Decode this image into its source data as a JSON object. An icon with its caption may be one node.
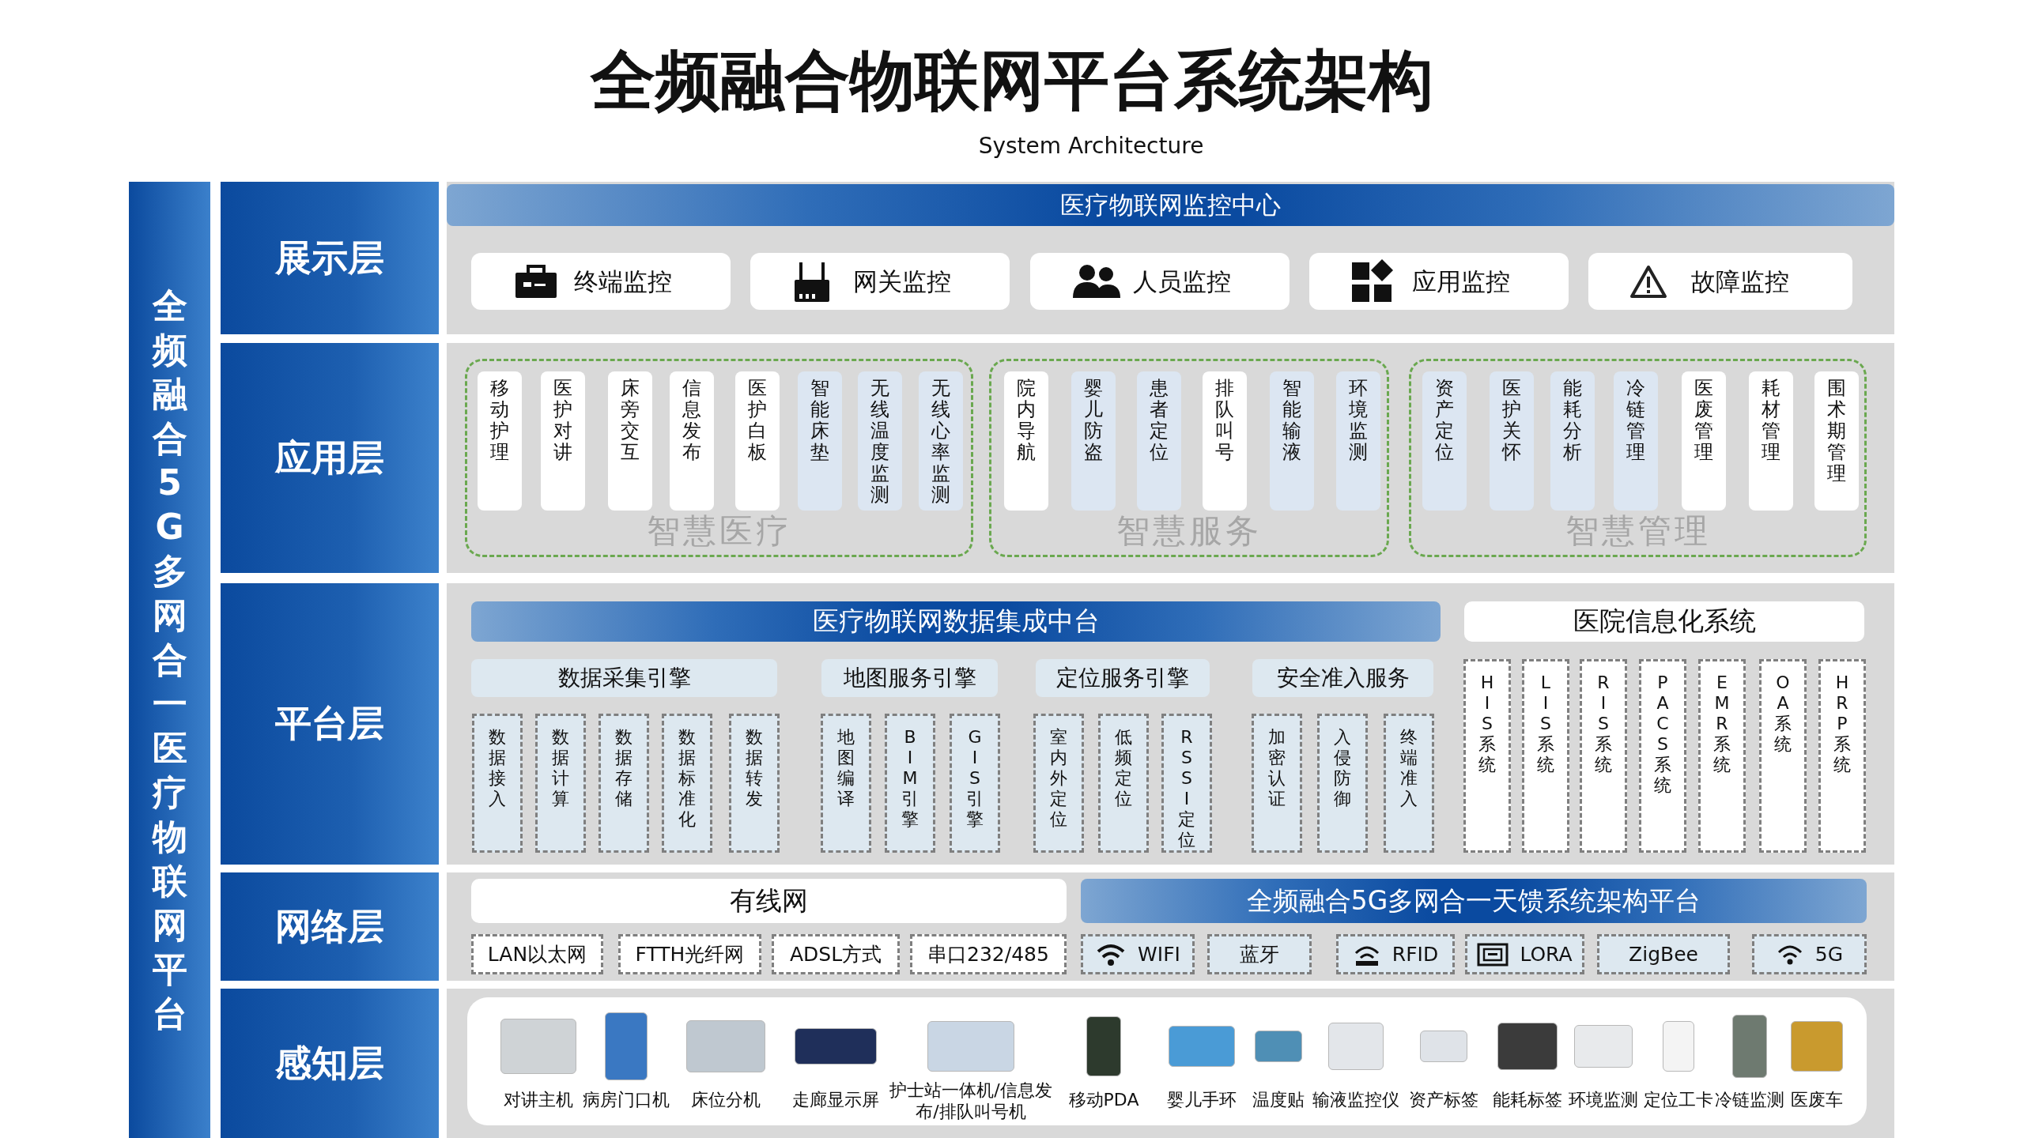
{
  "diagram": {
    "title": "全频融合物联网平台系统架构",
    "nodes": [
      {
        "text": [
          "全频融合5G多网合一医疗物联网平台"
        ]
      },
      {
        "text": [
          "展示层"
        ]
      },
      {
        "text": [
          "医疗物联网监控中心"
        ]
      },
      {
        "text": [
          "终端监控"
        ]
      },
      {
        "text": [
          "网关监控"
        ]
      },
      {
        "text": [
          "人员监控"
        ]
      },
      {
        "text": [
          "应用监控"
        ]
      },
      {
        "text": [
          "故障监控"
        ]
      },
      {
        "text": [
          "应用层"
        ]
      },
      {
        "text": [
          "智慧医疗"
        ]
      },
      {
        "text": [
          "移动护理"
        ],
        "in": 9
      },
      {
        "text": [
          "医护对讲"
        ],
        "in": 9
      },
      {
        "text": [
          "床旁交互"
        ],
        "in": 9
      },
      {
        "text": [
          "信息发布"
        ],
        "in": 9
      },
      {
        "text": [
          "医护白板"
        ],
        "in": 9
      },
      {
        "text": [
          "智能床垫"
        ],
        "in": 9
      },
      {
        "text": [
          "无线温度监测"
        ],
        "in": 9
      },
      {
        "text": [
          "无线心率监测"
        ],
        "in": 9
      },
      {
        "text": [
          "智慧服务"
        ]
      },
      {
        "text": [
          "院内导航"
        ],
        "in": 18
      },
      {
        "text": [
          "婴儿防盗"
        ],
        "in": 18
      },
      {
        "text": [
          "患者定位"
        ],
        "in": 18
      },
      {
        "text": [
          "排队叫号"
        ],
        "in": 18
      },
      {
        "text": [
          "智能输液"
        ],
        "in": 18
      },
      {
        "text": [
          "环境监测"
        ],
        "in": 18
      },
      {
        "text": [
          "智慧管理"
        ]
      },
      {
        "text": [
          "资产定位"
        ],
        "in": 25
      },
      {
        "text": [
          "医护关怀"
        ],
        "in": 25
      },
      {
        "text": [
          "能耗分析"
        ],
        "in": 25
      },
      {
        "text": [
          "冷链管理"
        ],
        "in": 25
      },
      {
        "text": [
          "医废管理"
        ],
        "in": 25
      },
      {
        "text": [
          "耗材管理"
        ],
        "in": 25
      },
      {
        "text": [
          "围术期管理"
        ],
        "in": 25
      },
      {
        "text": [
          "平台层"
        ]
      },
      {
        "text": [
          "医疗物联网数据集成中台"
        ]
      },
      {
        "text": [
          "医院信息化系统"
        ]
      },
      {
        "text": [
          "数据采集引擎"
        ]
      },
      {
        "text": [
          "数据接入"
        ]
      },
      {
        "text": [
          "数据计算"
        ]
      },
      {
        "text": [
          "数据存储"
        ]
      },
      {
        "text": [
          "数据标准化"
        ]
      },
      {
        "text": [
          "数据转发"
        ]
      },
      {
        "text": [
          "地图服务引擎"
        ]
      },
      {
        "text": [
          "地图编译"
        ]
      },
      {
        "text": [
          "BIM引擎"
        ]
      },
      {
        "text": [
          "GIS引擎"
        ]
      },
      {
        "text": [
          "定位服务引擎"
        ]
      },
      {
        "text": [
          "室内外定位"
        ]
      },
      {
        "text": [
          "低频定位"
        ]
      },
      {
        "text": [
          "RSSI定位"
        ]
      },
      {
        "text": [
          "安全准入服务"
        ]
      },
      {
        "text": [
          "加密认证"
        ]
      },
      {
        "text": [
          "入侵防御"
        ]
      },
      {
        "text": [
          "终端准入"
        ]
      },
      {
        "text": [
          "HIS系统"
        ]
      },
      {
        "text": [
          "LIS系统"
        ]
      },
      {
        "text": [
          "RIS系统"
        ]
      },
      {
        "text": [
          "PACS系统"
        ]
      },
      {
        "text": [
          "EMR系统"
        ]
      },
      {
        "text": [
          "OA系统"
        ]
      },
      {
        "text": [
          "HRP系统"
        ]
      },
      {
        "text": [
          "网络层"
        ]
      },
      {
        "text": [
          "有线网"
        ]
      },
      {
        "text": [
          "全频融合5G多网合一天馈系统架构平台"
        ]
      },
      {
        "text": [
          "LAN以太网"
        ]
      },
      {
        "text": [
          "FTTH光纤网"
        ]
      },
      {
        "text": [
          "ADSL方式"
        ]
      },
      {
        "text": [
          "串口232/485"
        ]
      },
      {
        "text": [
          "WIFI"
        ]
      },
      {
        "text": [
          "蓝牙"
        ]
      },
      {
        "text": [
          "RFID"
        ]
      },
      {
        "text": [
          "LORA"
        ]
      },
      {
        "text": [
          "ZigBee"
        ]
      },
      {
        "text": [
          "5G"
        ]
      },
      {
        "text": [
          "感知层"
        ]
      }
    ],
    "labels": [
      "System Architecture",
      "对讲主机",
      "病房门口机",
      "床位分机",
      "走廊显示屏",
      "护士站一体机/信息发布/排队叫号机",
      "移动PDA",
      "婴儿手环",
      "温度贴",
      "输液监控仪",
      "资产标签",
      "能耗标签",
      "环境监测",
      "定位工卡",
      "冷链监测",
      "医废车"
    ]
  }
}
